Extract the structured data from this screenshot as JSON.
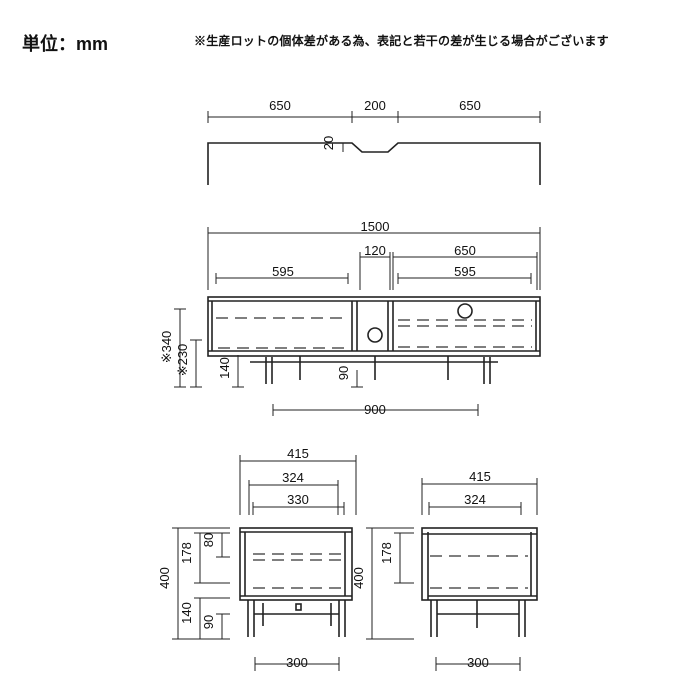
{
  "header": {
    "unit_label": "単位：mm",
    "note": "※生産ロットの個体差がある為、表記と若干の差が生じる場合がございます"
  },
  "top_view": {
    "left": "650",
    "center": "200",
    "right": "650",
    "depth": "20"
  },
  "front_view": {
    "total_width": "1500",
    "left_inner": "595",
    "center_width": "120",
    "right_width": "650",
    "right_inner": "595",
    "height_total": "※340",
    "height_body": "※230",
    "leg_height": "140",
    "center_leg": "90",
    "leg_span": "900"
  },
  "side_view_left": {
    "depth": "415",
    "inner1": "324",
    "inner2": "330",
    "height": "400",
    "upper": "178",
    "drawer": "80",
    "leg": "140",
    "leg2": "90",
    "leg_span": "300"
  },
  "side_view_right": {
    "depth": "415",
    "inner": "324",
    "height": "400",
    "upper": "178",
    "leg_span": "300"
  }
}
